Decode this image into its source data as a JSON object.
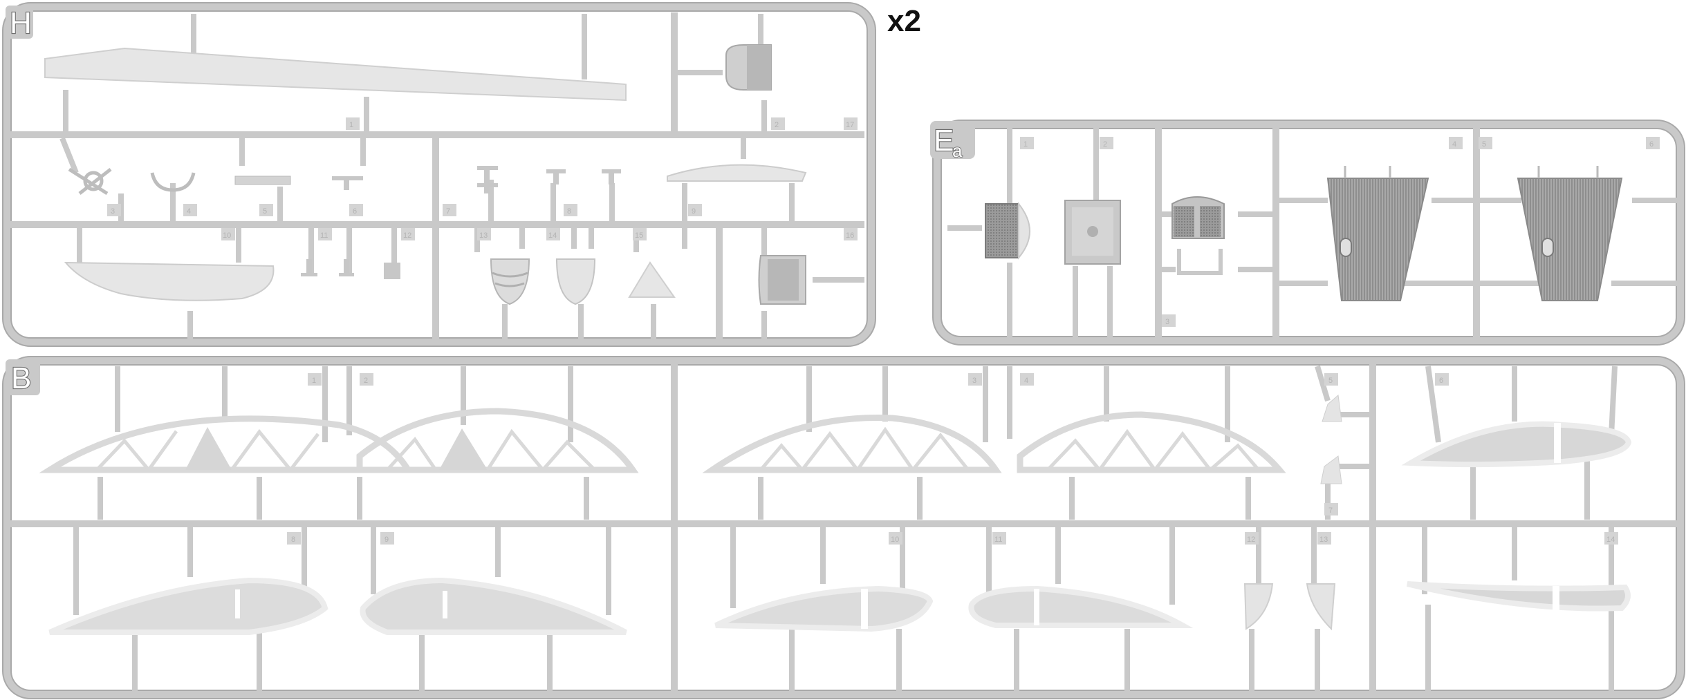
{
  "colors": {
    "runner": "#c9c9c9",
    "runner_edge": "#a6a6a6",
    "part_light": "#e6e6e6",
    "part_mid": "#d8d8d8",
    "part_dark": "#bcbcbc",
    "tag": "#d4d4d4",
    "multiplier_text": "#111111"
  },
  "sprues": [
    {
      "id": "H",
      "label": "H",
      "multiplier": "x2",
      "part_tags": [
        "1",
        "2",
        "3",
        "4",
        "5",
        "6",
        "7",
        "8",
        "9",
        "10",
        "11",
        "12",
        "13",
        "14",
        "15",
        "16",
        "17"
      ]
    },
    {
      "id": "Ea",
      "label": "E",
      "label_sub": "a",
      "part_tags": [
        "1",
        "2",
        "3",
        "4",
        "5",
        "6"
      ]
    },
    {
      "id": "B",
      "label": "B",
      "part_tags": [
        "1",
        "2",
        "3",
        "4",
        "5",
        "6",
        "7",
        "8",
        "9",
        "10",
        "11",
        "12",
        "13",
        "14"
      ]
    }
  ]
}
